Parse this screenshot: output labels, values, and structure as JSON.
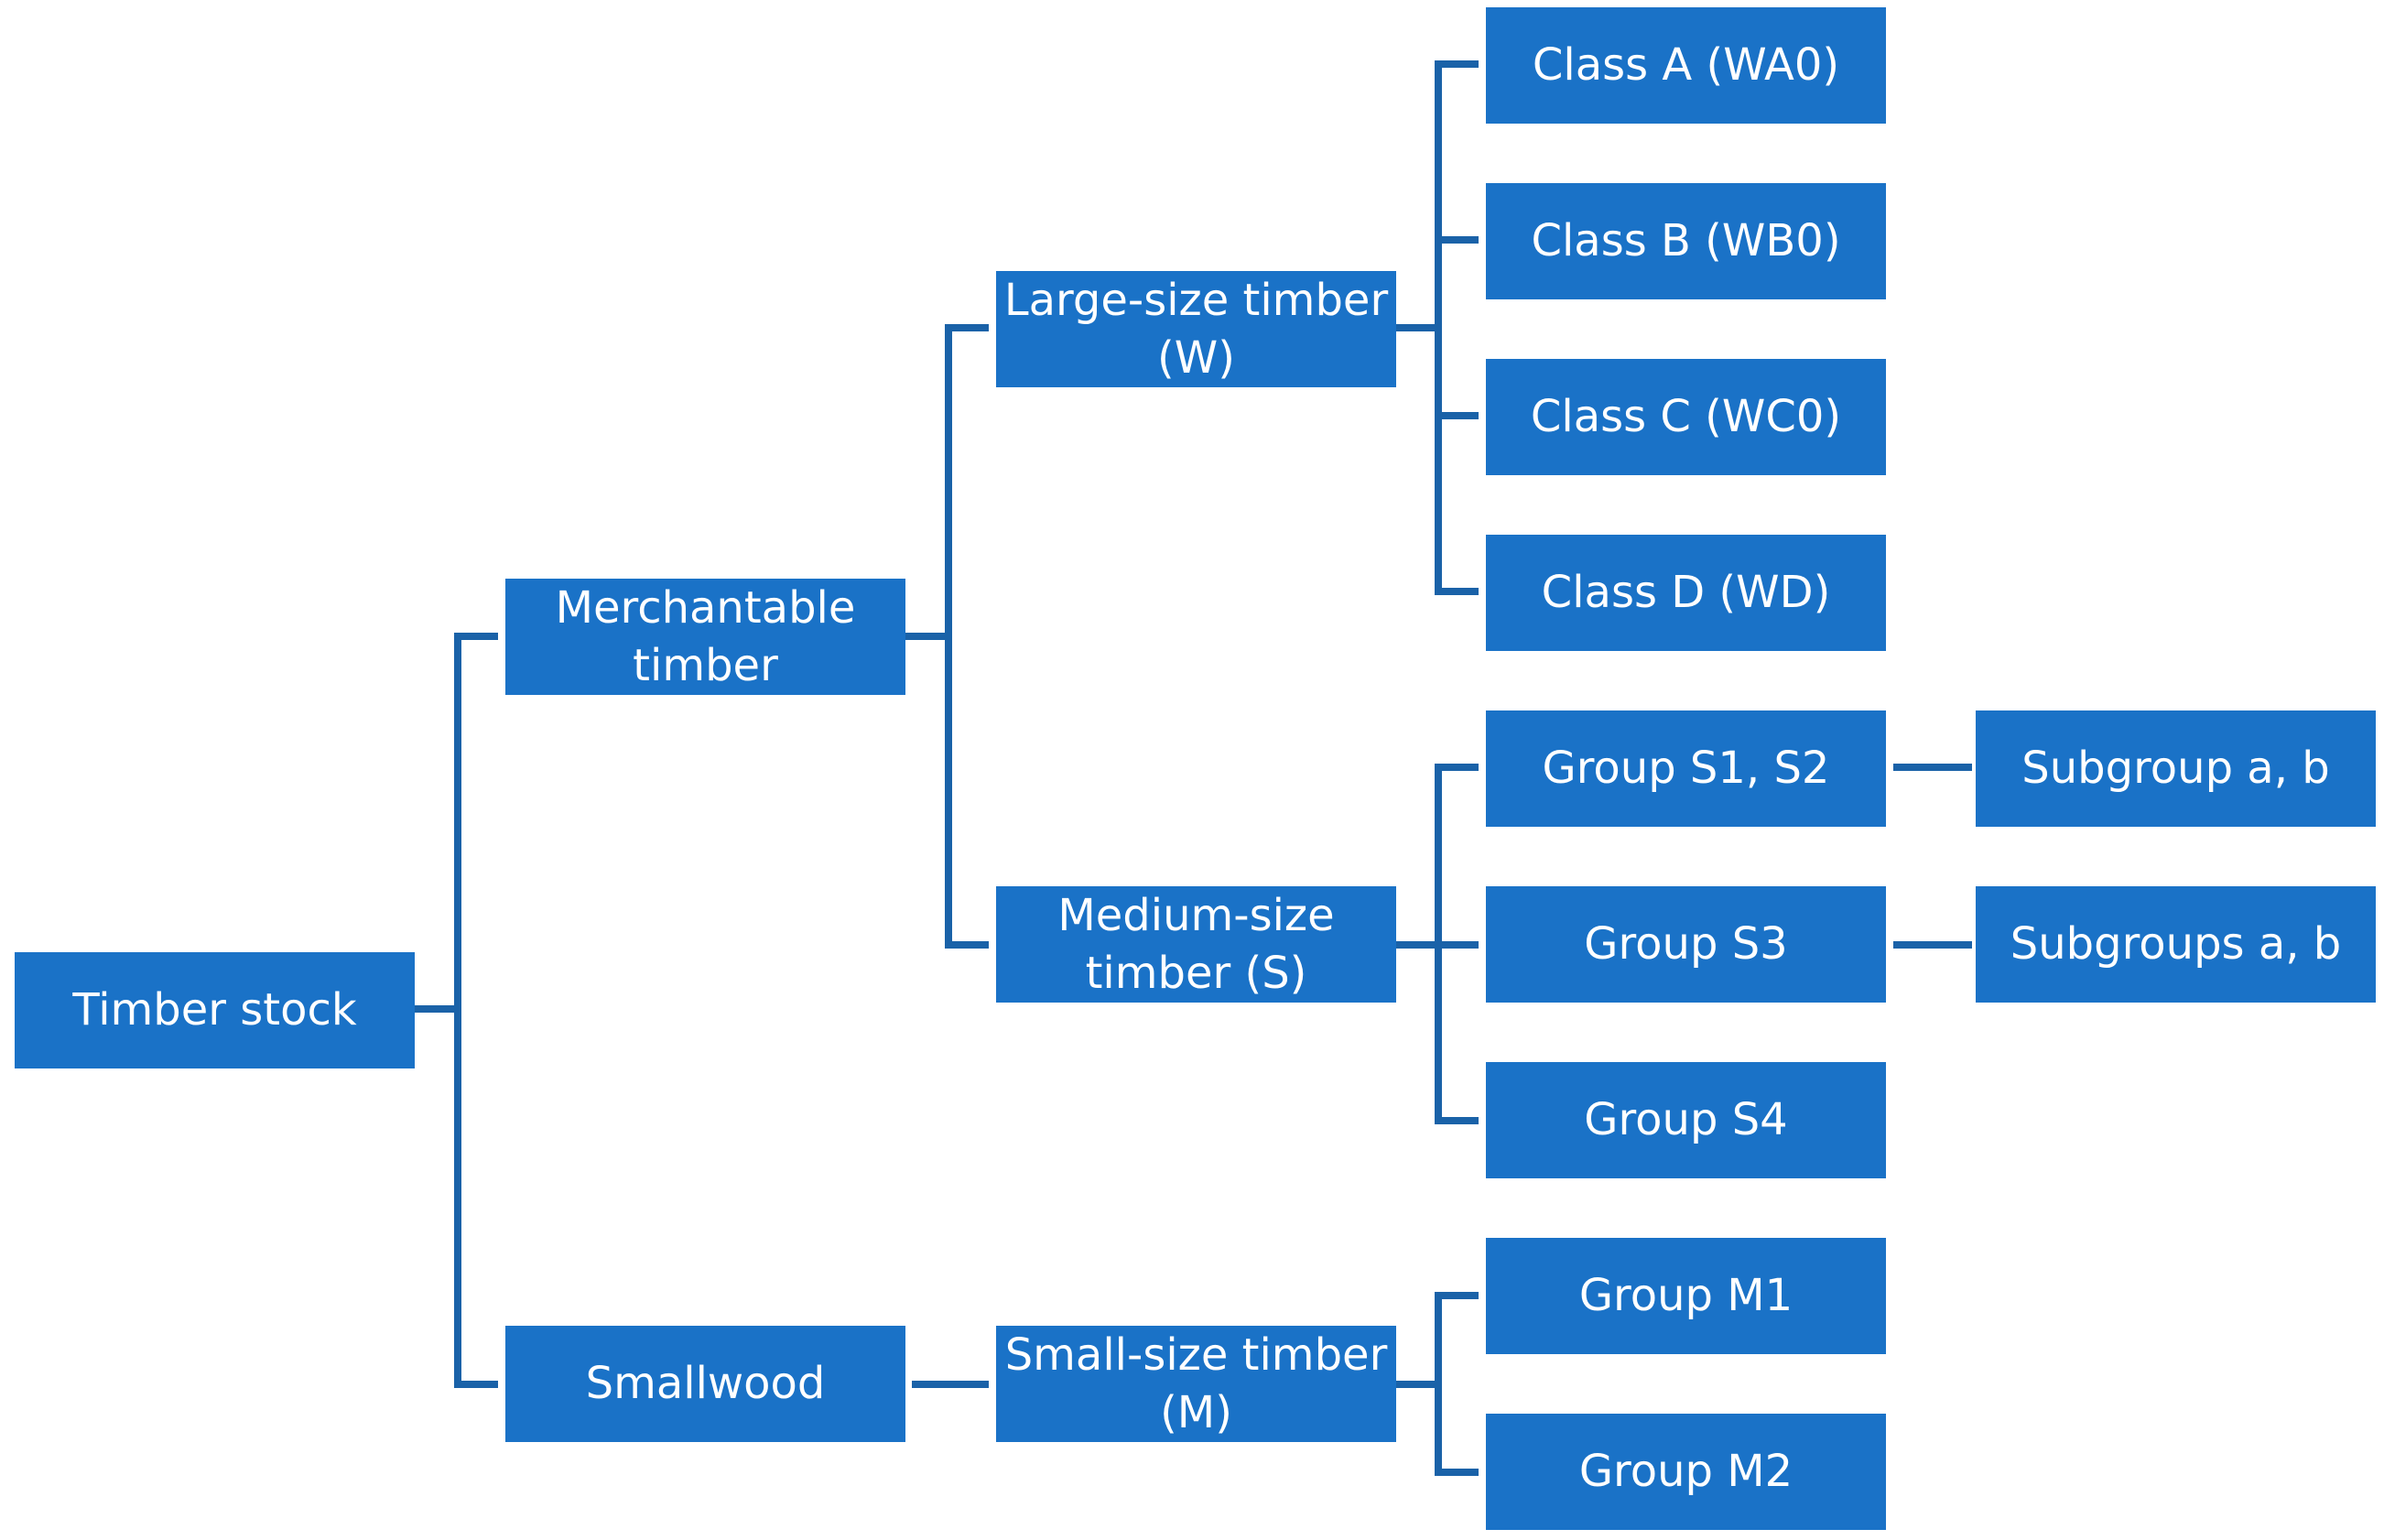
{
  "colors": {
    "node_fill": "#1a72c7",
    "node_text": "#ffffff",
    "connector": "#1a62a8"
  },
  "nodes": {
    "timber_stock": "Timber stock",
    "merchantable": "Merchantable timber",
    "smallwood": "Smallwood",
    "large_size": "Large-size timber (W)",
    "medium_size": "Medium-size timber (S)",
    "small_size": "Small-size timber (M)",
    "class_a": "Class A (WA0)",
    "class_b": "Class B (WB0)",
    "class_c": "Class C (WC0)",
    "class_d": "Class D (WD)",
    "group_s1_s2": "Group S1, S2",
    "group_s3": "Group S3",
    "group_s4": "Group S4",
    "group_m1": "Group M1",
    "group_m2": "Group M2",
    "subgroup_ab": "Subgroup a, b",
    "subgroups_ab": "Subgroups a, b"
  }
}
